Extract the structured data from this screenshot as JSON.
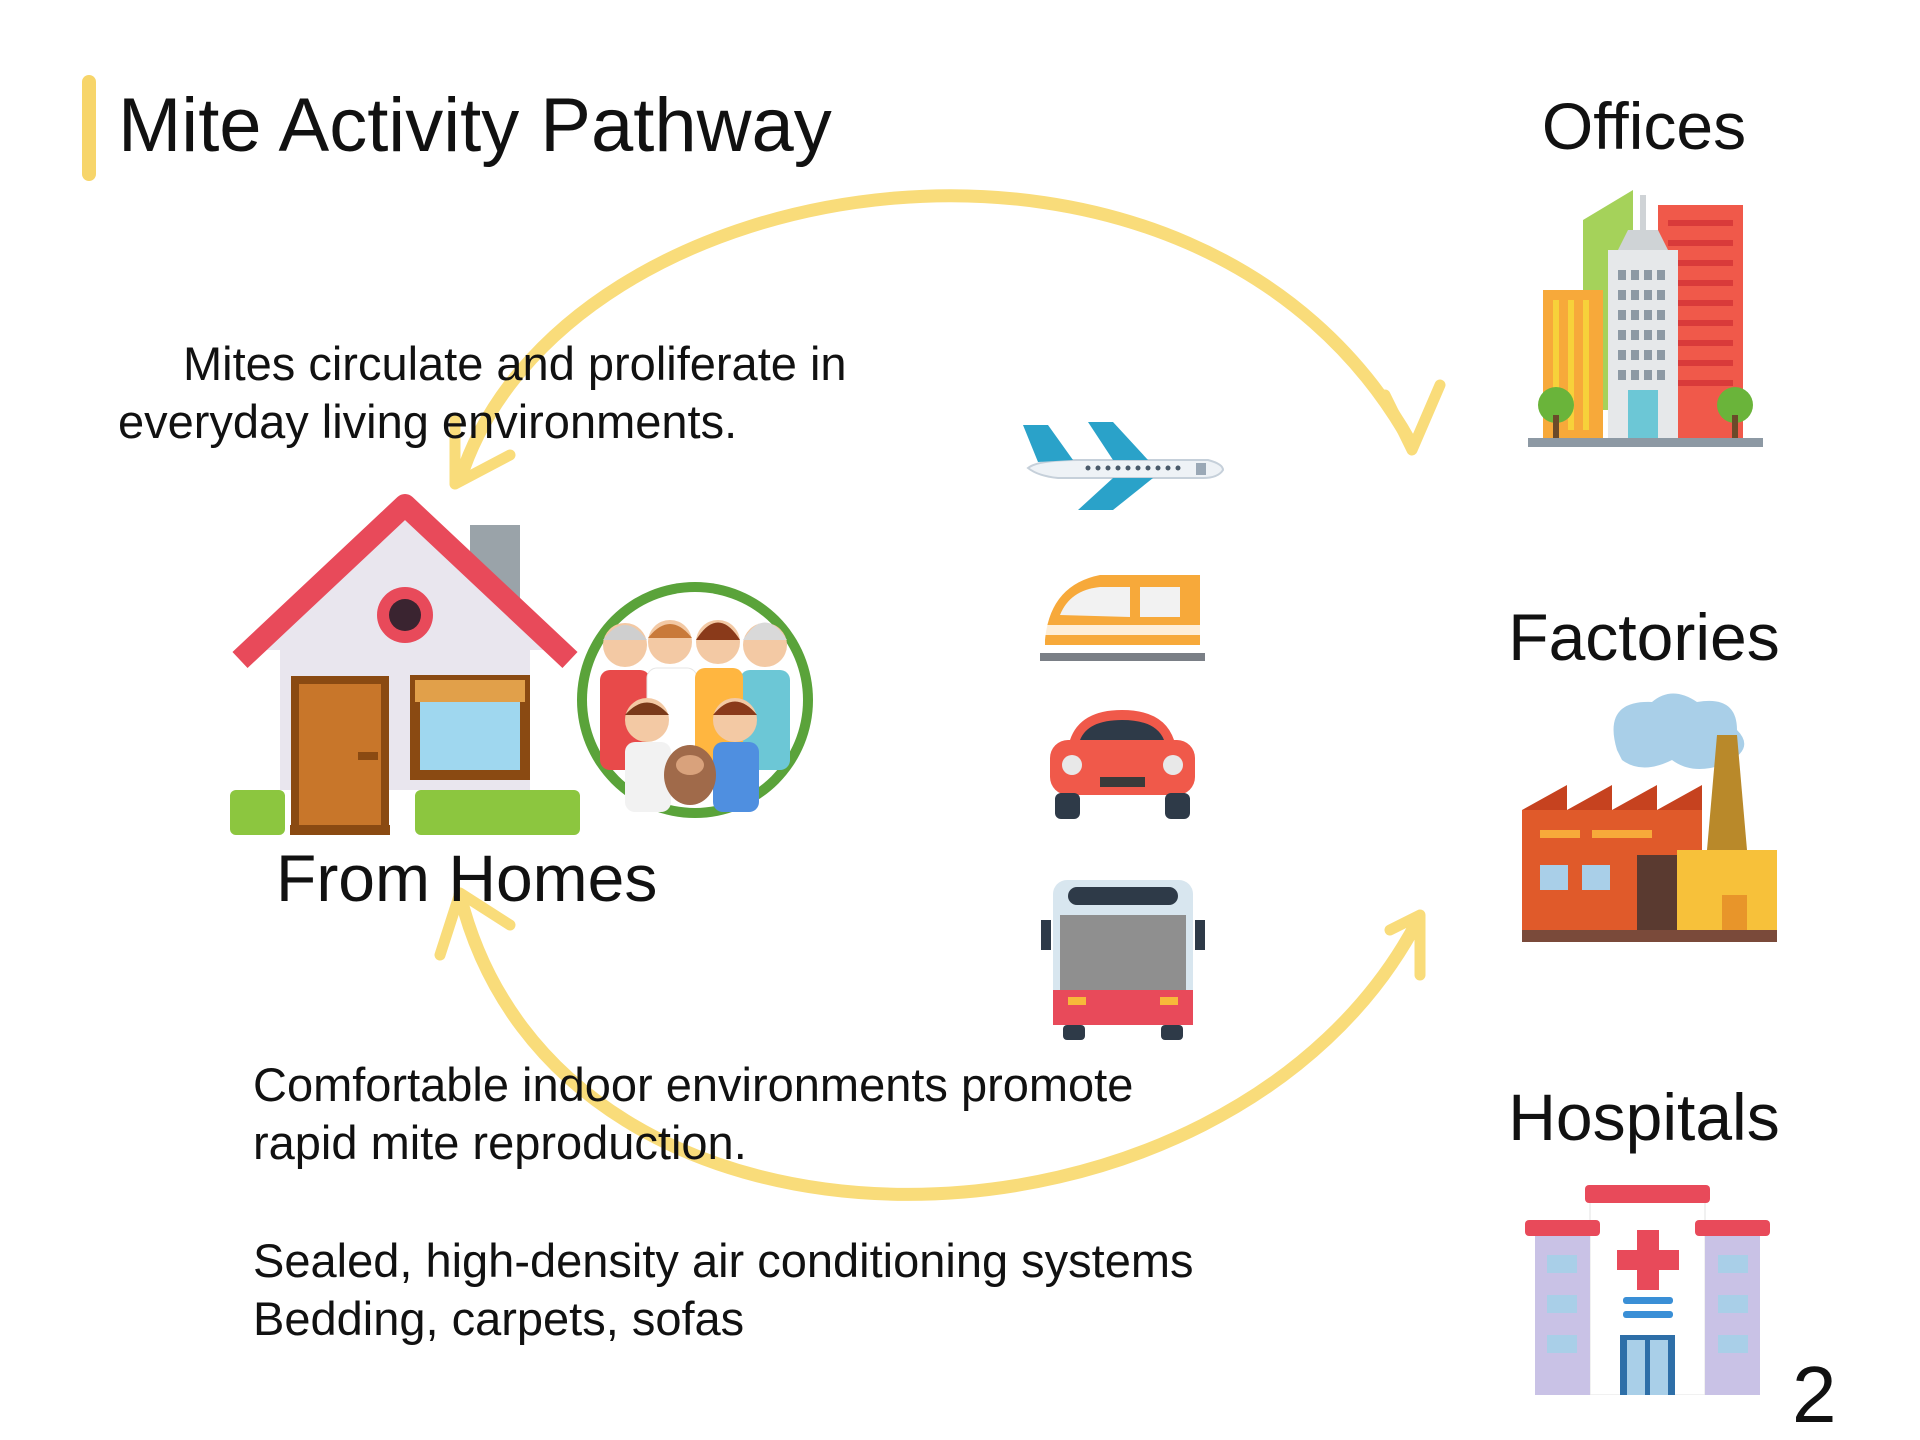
{
  "title": "Mite Activity Pathway",
  "notes": {
    "circulate_line1": "Mites circulate and proliferate in",
    "circulate_line2": "everyday living environments.",
    "comfort_line1": "Comfortable indoor environments promote",
    "comfort_line2": "rapid mite reproduction.",
    "factors_line1": "Sealed, high-density air conditioning systems",
    "factors_line2": "Bedding, carpets, sofas"
  },
  "origin": {
    "label": "From Homes",
    "icons": [
      "house-icon",
      "family-icon"
    ]
  },
  "transport": {
    "icons": [
      "airplane-icon",
      "train-icon",
      "car-icon",
      "bus-icon"
    ]
  },
  "destinations": [
    {
      "label": "Offices",
      "icon": "office-buildings-icon"
    },
    {
      "label": "Factories",
      "icon": "factory-icon"
    },
    {
      "label": "Hospitals",
      "icon": "hospital-icon"
    }
  ],
  "page_number": "2",
  "colors": {
    "accent": "#f7d56a",
    "arrow": "#f9dc7a"
  }
}
